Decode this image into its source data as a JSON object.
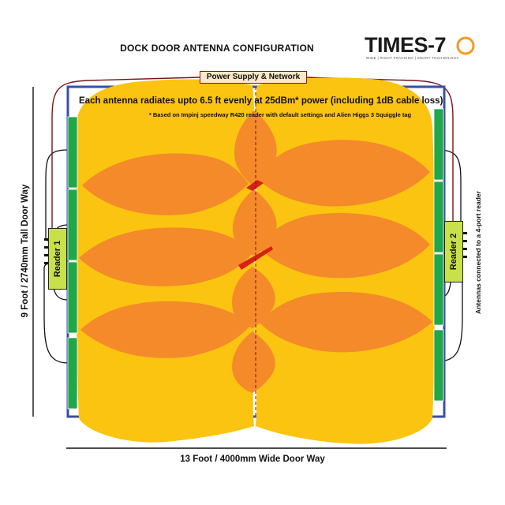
{
  "diagram": {
    "title": "DOCK DOOR ANTENNA CONFIGURATION",
    "logo": {
      "wordmark": "TIMES-7",
      "tagline": "WIDE | RIGHT TRACKING | SMART TECHNOLOGY"
    },
    "power_supply_label": "Power Supply & Network",
    "headline": "Each antenna radiates upto 6.5 ft evenly at 25dBm* power (including 1dB cable loss)",
    "footnote": "* Based on Impinj speedway R420 reader with default settings and Alien Higgs 3 Squiggle tag",
    "reader_left_label": "Reader 1",
    "reader_right_label": "Reader 2",
    "height_label": "9 Foot / 2740mm Tall Door Way",
    "width_label": "13 Foot / 4000mm Wide Door Way",
    "side_note": "Antennas connected to a 4-port reader",
    "colors": {
      "frame": "#3a4fa3",
      "antenna": "#1fa74a",
      "field_outer": "#fbc410",
      "field_inner": "#f48a2a",
      "overlap": "#d82018",
      "cable": "#7a1418",
      "reader": "#c8e04a"
    }
  }
}
